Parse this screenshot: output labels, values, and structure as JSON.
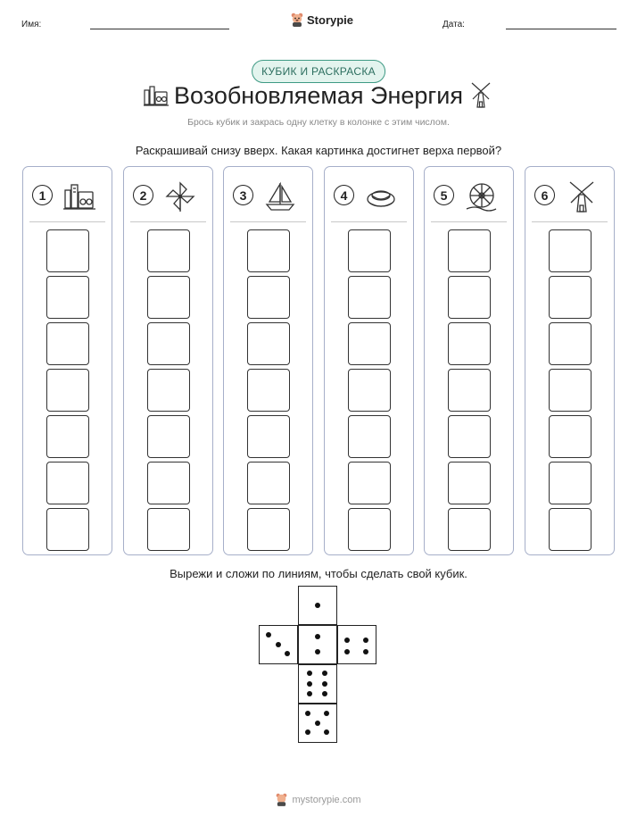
{
  "header": {
    "name_label": "Имя:",
    "date_label": "Дата:",
    "brand": "Storypie"
  },
  "badge": "КУБИК И РАСКРАСКА",
  "title": "Возобновляемая Энергия",
  "subtitle": "Брось кубик и закрась одну клетку в колонке с этим числом.",
  "instruction": "Раскрашивай снизу вверх. Какая картинка достигнет верха первой?",
  "columns": [
    {
      "number": "1",
      "icon": "power-plant-icon"
    },
    {
      "number": "2",
      "icon": "pinwheel-icon"
    },
    {
      "number": "3",
      "icon": "sailboat-icon"
    },
    {
      "number": "4",
      "icon": "hydro-dam-icon"
    },
    {
      "number": "5",
      "icon": "water-wheel-icon"
    },
    {
      "number": "6",
      "icon": "windmill-icon"
    }
  ],
  "cells_per_column": 7,
  "dice_instruction": "Вырежи и сложи по линиям, чтобы сделать свой кубик.",
  "dice_faces": [
    1,
    3,
    2,
    4,
    6,
    5
  ],
  "footer": "mystorypie.com",
  "colors": {
    "badge_border": "#3e9a84",
    "badge_fill": "#e3f4ee",
    "column_border": "#a6afc9"
  }
}
